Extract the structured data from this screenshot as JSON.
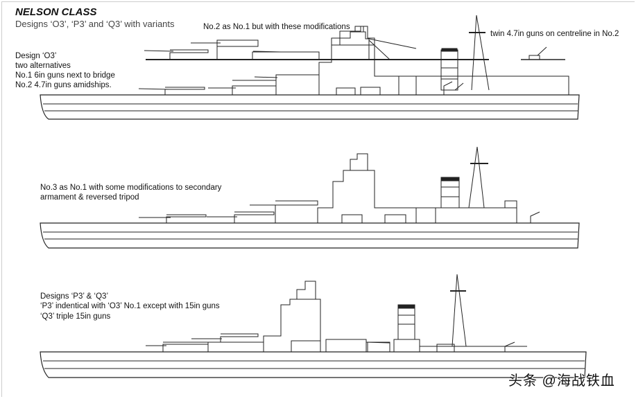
{
  "header": {
    "title": "NELSON CLASS",
    "subtitle": "Designs ‘O3’, ‘P3’ and ‘Q3’ with variants"
  },
  "ship1": {
    "label_lines": [
      "Design ‘O3’",
      "two alternatives",
      "No.1  6in guns next to bridge",
      "No.2  4.7in guns amidships."
    ],
    "no2_note": "No.2 as No.1 but with these modifications",
    "twin_note": "twin 4.7in guns on centreline in No.2"
  },
  "ship2": {
    "label_lines": [
      "No.3 as No.1 with some modifications to secondary",
      "armament & reversed tripod"
    ]
  },
  "ship3": {
    "label_lines": [
      "Designs ‘P3’ & ‘Q3’",
      "‘P3’ indentical with ‘O3’ No.1 except with 15in guns",
      "‘Q3’  triple 15in guns"
    ]
  },
  "watermark": "头条 @海战铁血"
}
